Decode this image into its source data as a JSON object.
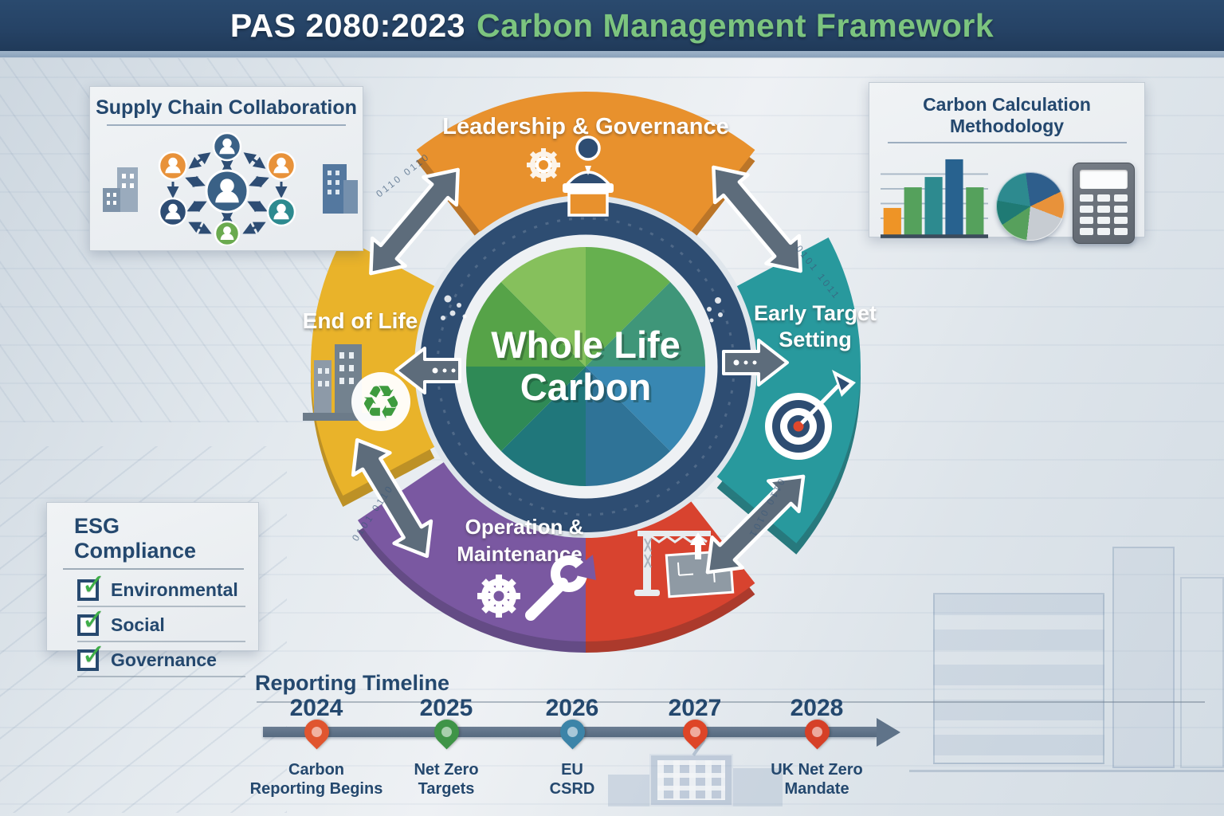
{
  "header": {
    "standard": "PAS 2080:2023",
    "subtitle": "Carbon Management Framework",
    "bg_color": "#264366",
    "subtitle_color": "#7cc47f"
  },
  "supply_chain_card": {
    "title": "Supply Chain Collaboration",
    "icon": "people-network-icon"
  },
  "carbon_calc_card": {
    "title": "Carbon Calculation Methodology",
    "icons": [
      "bar-chart-icon",
      "pie-chart-icon",
      "calculator-icon"
    ]
  },
  "hub": {
    "center": {
      "line1": "Whole Life",
      "line2": "Carbon"
    },
    "segments": {
      "leadership": {
        "label": "Leadership & Governance",
        "color": "#e8912d",
        "icon": "podium-speaker-icon"
      },
      "end_of_life": {
        "label": "End of Life",
        "color": "#e9b32a",
        "icon": "recycle-buildings-icon"
      },
      "early_target": {
        "line1": "Early Target",
        "line2": "Setting",
        "color": "#28999d",
        "icon": "target-dart-icon"
      },
      "operation": {
        "line1": "Operation &",
        "line2": "Maintenance",
        "color": "#7a58a1",
        "icon": "wrench-gear-icon"
      },
      "construction": {
        "label": "",
        "color": "#d8432f",
        "icon": "crane-building-icon"
      }
    }
  },
  "esg_card": {
    "title_abbr": "ESG",
    "title_rest": "Compliance",
    "check_glyph": "✓",
    "check_color": "#3fae49",
    "items": [
      {
        "label": "Environmental",
        "checked": true
      },
      {
        "label": "Social",
        "checked": true
      },
      {
        "label": "Governance",
        "checked": true
      }
    ]
  },
  "timeline": {
    "title": "Reporting Timeline",
    "milestones": [
      {
        "year": "2024",
        "line1": "Carbon",
        "line2": "Reporting Begins",
        "pin_color": "#e0552f"
      },
      {
        "year": "2025",
        "line1": "Net Zero",
        "line2": "Targets",
        "pin_color": "#3f9447"
      },
      {
        "year": "2026",
        "line1": "EU",
        "line2": "CSRD",
        "pin_color": "#3c84a8"
      },
      {
        "year": "2027",
        "line1": "",
        "line2": "",
        "pin_color": "#de4527"
      },
      {
        "year": "2028",
        "line1": "UK Net Zero",
        "line2": "Mandate",
        "pin_color": "#d64027"
      }
    ]
  },
  "decorations": {
    "binary_tl": "0110 0110",
    "binary_tr": "0101 1011",
    "binary_bl": "0101 0110",
    "binary_br": "0110 0101"
  }
}
